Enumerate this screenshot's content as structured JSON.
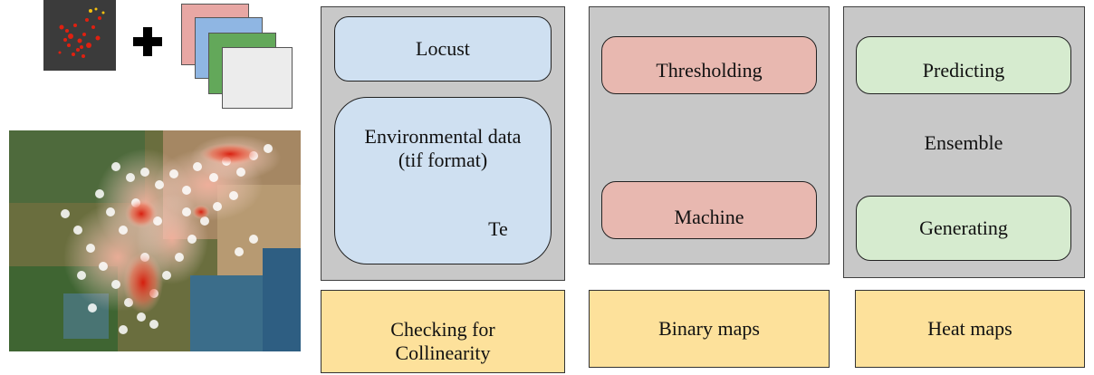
{
  "panels": {
    "data": {
      "locust_label": "Locust",
      "env_label": "Environmental data (tif format)",
      "env_extra": "Te"
    },
    "models": {
      "thresholding_label": "Thresholding",
      "machine_label": "Machine"
    },
    "ensemble": {
      "predicting_label": "Predicting",
      "ensemble_label": "Ensemble",
      "generating_label": "Generating"
    }
  },
  "outputs": {
    "collinearity_label": "Checking for Collinearity",
    "binary_label": "Binary maps",
    "heat_label": "Heat maps"
  },
  "colors": {
    "panel_gray": "#c8c8c8",
    "blue_box": "#cfe0f1",
    "pink_box": "#e8b8b0",
    "green_box": "#d6ebcf",
    "yellow_box": "#fde19b"
  },
  "icons": [
    "locust-points-thumbnail",
    "plus-icon",
    "raster-layers-icon",
    "occurrence-heat-map"
  ]
}
